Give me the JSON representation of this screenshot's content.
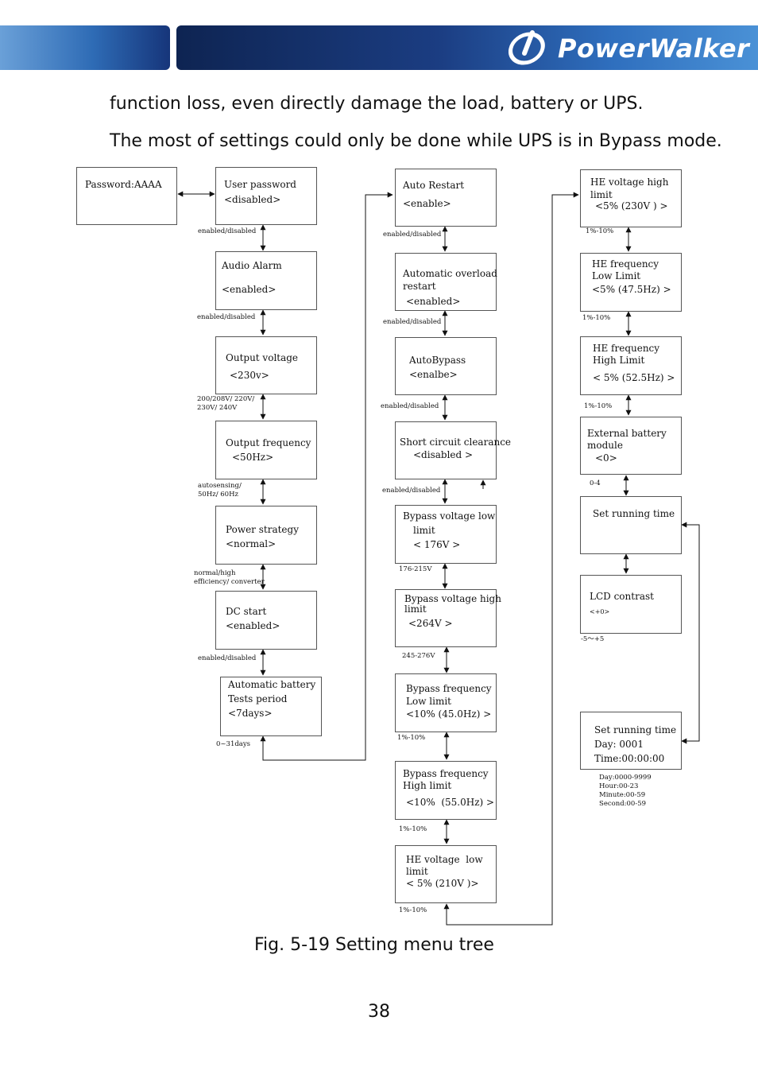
{
  "header": {
    "brand": "PowerWalker"
  },
  "intro": [
    "function loss, even directly damage the load, battery or UPS.",
    "The most of settings could only be done while UPS is in Bypass mode."
  ],
  "password_box": {
    "line1": "Password:AAAA"
  },
  "col1": [
    {
      "lines": [
        "User password",
        "<disabled>"
      ],
      "range": "enabled/disabled"
    },
    {
      "lines": [
        "Audio Alarm",
        "<enabled>"
      ],
      "range": "enabled/disabled"
    },
    {
      "lines": [
        "Output voltage",
        "<230v>"
      ],
      "range": "200/208V/ 220V/\n230V/ 240V"
    },
    {
      "lines": [
        "Output frequency",
        "<50Hz>"
      ],
      "range": "autosensing/\n50Hz/ 60Hz"
    },
    {
      "lines": [
        "Power strategy",
        "<normal>"
      ],
      "range": "normal/high\nefficiency/ converter"
    },
    {
      "lines": [
        "DC start",
        "<enabled>"
      ],
      "range": "enabled/disabled"
    },
    {
      "lines": [
        "Automatic battery",
        "Tests period",
        "<7days>"
      ],
      "range": "0~31days"
    }
  ],
  "col2": [
    {
      "lines": [
        "Auto Restart",
        "<enable>"
      ],
      "range": "enabled/disabled"
    },
    {
      "lines": [
        "Automatic overload",
        "restart",
        "<enabled>"
      ],
      "range": "enabled/disabled"
    },
    {
      "lines": [
        "AutoBypass",
        "<enalbe>"
      ],
      "range": "enabled/disabled"
    },
    {
      "lines": [
        "Short circuit clearance",
        "<disabled >"
      ],
      "range": "enabled/disabled"
    },
    {
      "lines": [
        "Bypass voltage low",
        "limit",
        "< 176V >"
      ],
      "range": "176-215V"
    },
    {
      "lines": [
        "Bypass voltage high",
        "limit",
        "<264V >"
      ],
      "range": "245-276V"
    },
    {
      "lines": [
        "Bypass frequency",
        "Low limit",
        "<10% (45.0Hz) >"
      ],
      "range": "1%-10%"
    },
    {
      "lines": [
        "Bypass frequency",
        "High limit",
        "<10%  (55.0Hz) >"
      ],
      "range": "1%-10%"
    },
    {
      "lines": [
        "HE voltage  low",
        "limit",
        "< 5% (210V )>"
      ],
      "range": "1%-10%"
    }
  ],
  "col3": [
    {
      "lines": [
        "HE voltage high",
        "limit",
        "<5% (230V ) >"
      ],
      "range": "1%-10%"
    },
    {
      "lines": [
        "HE frequency",
        "Low Limit",
        "<5% (47.5Hz) >"
      ],
      "range": "1%-10%"
    },
    {
      "lines": [
        "HE frequency",
        "High Limit",
        "< 5% (52.5Hz) >"
      ],
      "range": "1%-10%"
    },
    {
      "lines": [
        "External battery",
        "module",
        "<0>"
      ],
      "range": "0-4"
    },
    {
      "lines": [
        "Set running time"
      ],
      "range": ""
    },
    {
      "lines": [
        "LCD contrast",
        "<+0>"
      ],
      "range": "-5～+5"
    },
    {
      "lines": [
        "Set running time",
        "Day: 0001",
        "Time:00:00:00"
      ],
      "range": "Day:0000-9999\nHour:00-23\nMinute:00-59\nSecond:00-59"
    }
  ],
  "caption": "Fig. 5-19 Setting menu tree",
  "page_number": "38",
  "colors": {
    "header_dark": "#0e2452",
    "header_light": "#4a91d6",
    "line": "#555555"
  }
}
